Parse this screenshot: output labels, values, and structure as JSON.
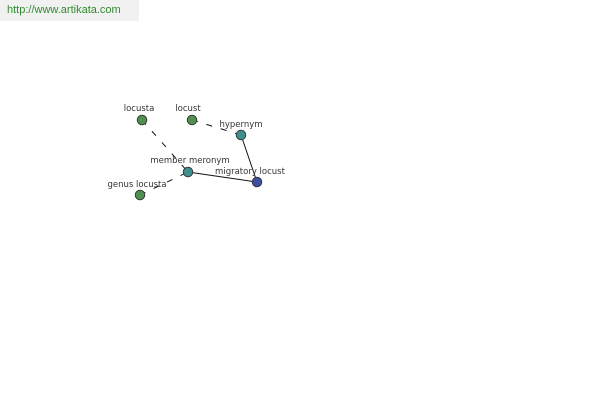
{
  "site": {
    "url": "http://www.artikata.com"
  },
  "graph": {
    "colors": {
      "leaf_node": "#4f8f4f",
      "relation_node": "#3f8f8f",
      "focus_node": "#3d4f9f",
      "node_stroke": "#333333",
      "edge": "#111111"
    },
    "nodes": [
      {
        "id": "locusta",
        "label": "locusta",
        "kind": "leaf_node"
      },
      {
        "id": "locust",
        "label": "locust",
        "kind": "leaf_node"
      },
      {
        "id": "hypernym",
        "label": "hypernym",
        "kind": "relation_node"
      },
      {
        "id": "member_meronym",
        "label": "member meronym",
        "kind": "relation_node"
      },
      {
        "id": "migratory_locust",
        "label": "migratory locust",
        "kind": "focus_node"
      },
      {
        "id": "genus_locusta",
        "label": "genus locusta",
        "kind": "leaf_node"
      }
    ],
    "edges": [
      {
        "from": "locust",
        "to": "hypernym",
        "style": "dashed"
      },
      {
        "from": "hypernym",
        "to": "migratory_locust",
        "style": "solid"
      },
      {
        "from": "member_meronym",
        "to": "migratory_locust",
        "style": "solid"
      },
      {
        "from": "locusta",
        "to": "member_meronym",
        "style": "dashed"
      },
      {
        "from": "genus_locusta",
        "to": "member_meronym",
        "style": "dashed"
      }
    ]
  }
}
